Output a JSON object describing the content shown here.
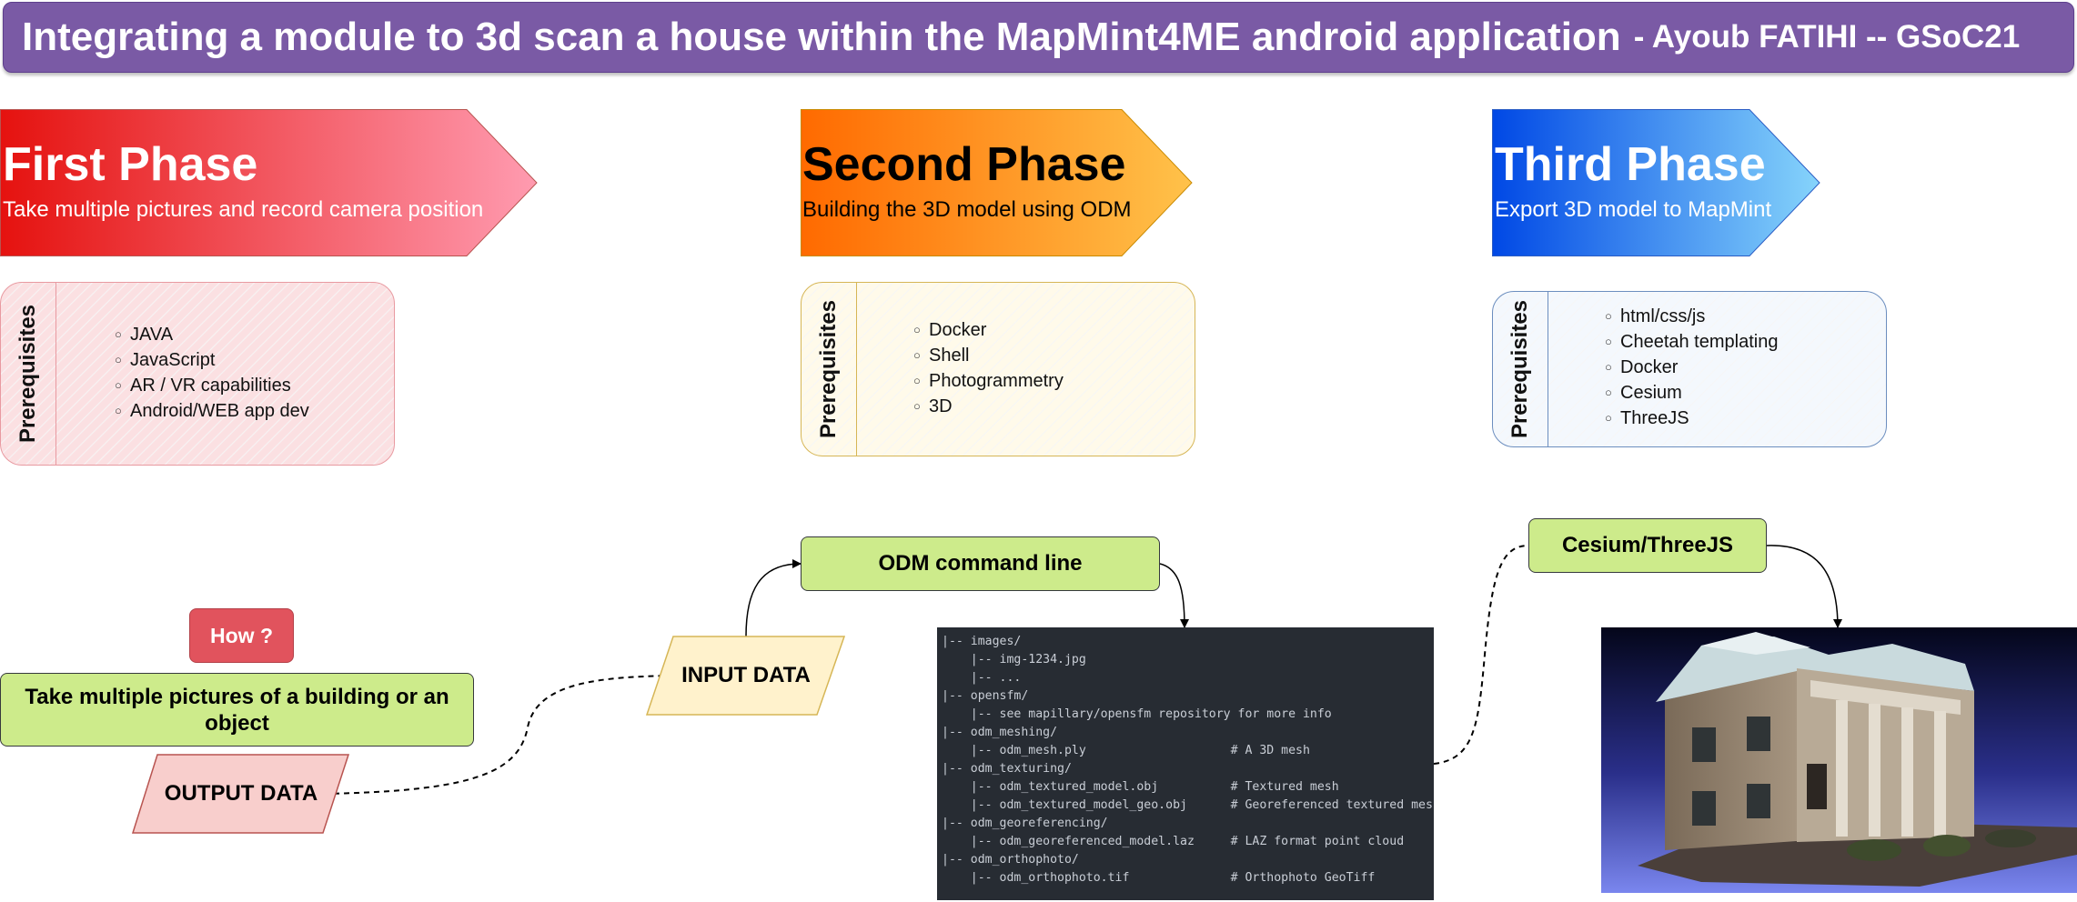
{
  "header": {
    "title": "Integrating a module to 3d scan a house within the MapMint4ME android application",
    "subtitle": "- Ayoub FATIHI -- GSoC21"
  },
  "phases": [
    {
      "title": "First Phase",
      "subtitle": "Take multiple pictures and record camera position",
      "gradient": [
        "#e5120f",
        "#ff9bb0"
      ],
      "text_color": "#ffffff",
      "prerequisites": {
        "label": "Prerequisites",
        "items": [
          "JAVA",
          "JavaScript",
          "AR / VR capabilities",
          "Android/WEB app dev"
        ],
        "fill": "#fbe0e2",
        "border": "#e89aa1"
      }
    },
    {
      "title": "Second Phase",
      "subtitle": "Building the 3D model using ODM",
      "gradient": [
        "#ff6a00",
        "#ffc24a"
      ],
      "text_color": "#000000",
      "prerequisites": {
        "label": "Prerequisites",
        "items": [
          "Docker",
          "Shell",
          "Photogrammetry",
          "3D"
        ],
        "fill": "#fffaea",
        "border": "#d6b656"
      }
    },
    {
      "title": "Third Phase",
      "subtitle": "Export 3D model to MapMint",
      "gradient": [
        "#0048e5",
        "#86d4fb"
      ],
      "text_color": "#ffffff",
      "prerequisites": {
        "label": "Prerequisites",
        "items": [
          "html/css/js",
          "Cheetah templating",
          "Docker",
          "Cesium",
          "ThreeJS"
        ],
        "fill": "#f4f8fd",
        "border": "#6c8ebf"
      }
    }
  ],
  "nodes": {
    "how": "How ?",
    "take_pictures": "Take multiple pictures of a building or an object",
    "output_data": "OUTPUT DATA",
    "input_data": "INPUT DATA",
    "odm_command": "ODM command line",
    "cesium": "Cesium/ThreeJS"
  },
  "code_output": {
    "lines": [
      "|-- images/",
      "    |-- img-1234.jpg",
      "    |-- ...",
      "|-- opensfm/",
      "    |-- see mapillary/opensfm repository for more info",
      "|-- odm_meshing/",
      "    |-- odm_mesh.ply                    # A 3D mesh",
      "|-- odm_texturing/",
      "    |-- odm_textured_model.obj          # Textured mesh",
      "    |-- odm_textured_model_geo.obj      # Georeferenced textured mesh",
      "|-- odm_georeferencing/",
      "    |-- odm_georeferenced_model.laz     # LAZ format point cloud",
      "|-- odm_orthophoto/",
      "    |-- odm_orthophoto.tif              # Orthophoto GeoTiff"
    ]
  },
  "colors": {
    "title_bar": "#7a5aa5",
    "green_node": "#cdeb8b",
    "how_node": "#e1535d",
    "output_fill": "#f8cecc",
    "input_fill": "#fff2cc",
    "code_bg": "#272c33"
  }
}
